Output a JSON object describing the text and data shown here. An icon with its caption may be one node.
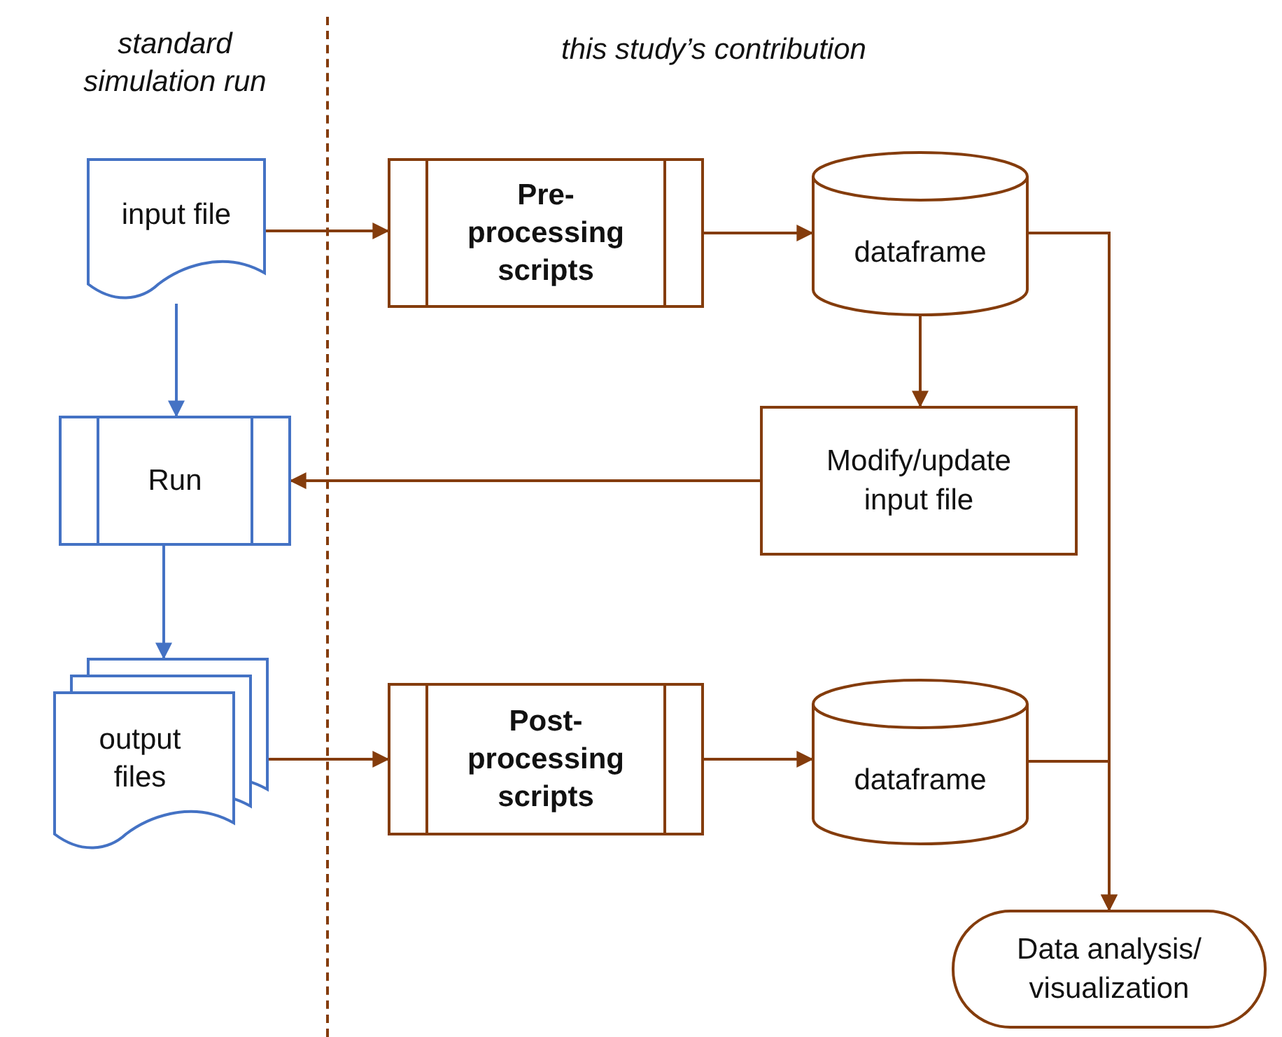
{
  "diagram": {
    "nodes": [
      {
        "text": [
          "input file"
        ]
      },
      {
        "text": [
          "Pre-processing scripts"
        ]
      },
      {
        "text": [
          "dataframe"
        ]
      },
      {
        "text": [
          "Run"
        ]
      },
      {
        "text": [
          "Modify/update input file"
        ]
      },
      {
        "text": [
          "output files"
        ]
      },
      {
        "text": [
          "Post-processing scripts"
        ]
      },
      {
        "text": [
          "dataframe"
        ]
      },
      {
        "text": [
          "Data analysis/ visualization"
        ]
      }
    ],
    "edges": [
      {
        "from": 0,
        "to": 1,
        "arrow": "to"
      },
      {
        "from": 0,
        "to": 3,
        "arrow": "to",
        "color": "#4472c4"
      },
      {
        "from": 1,
        "to": 2,
        "arrow": "to"
      },
      {
        "from": 2,
        "to": 4,
        "arrow": "to"
      },
      {
        "from": 4,
        "to": 3,
        "arrow": "to"
      },
      {
        "from": 3,
        "to": 5,
        "arrow": "to",
        "color": "#4472c4"
      },
      {
        "from": 5,
        "to": 6,
        "arrow": "to"
      },
      {
        "from": 6,
        "to": 7,
        "arrow": "to"
      },
      {
        "from": 2,
        "to": 8,
        "arrow": "to"
      },
      {
        "from": 7,
        "to": 8,
        "arrow": "to"
      }
    ],
    "labels": [
      "standard simulation run",
      "this study’s contribution"
    ]
  }
}
